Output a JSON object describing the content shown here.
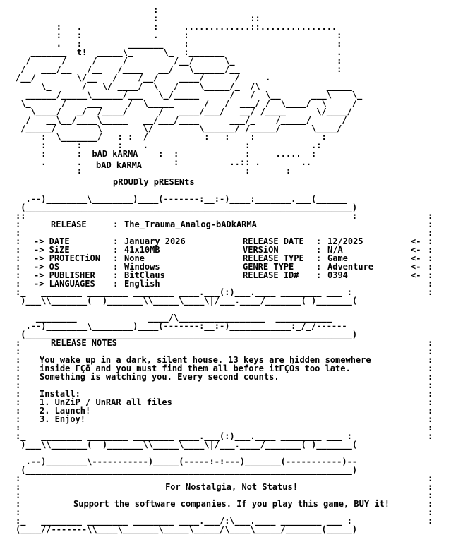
{
  "header": {
    "group_name": "bAD kARMA",
    "presents": "pROUDly pRESENts"
  },
  "release": {
    "release_label": "RELEASE",
    "release_value": "The_Trauma_Analog-bADkARMA",
    "left": [
      {
        "label": "-> DATE",
        "value": "January 2026"
      },
      {
        "label": "-> SiZE",
        "value": "41x10MB"
      },
      {
        "label": "-> PROTECTiON",
        "value": "None"
      },
      {
        "label": "-> OS",
        "value": "Windows"
      },
      {
        "label": "-> PUBLISHER",
        "value": "BitClaus"
      },
      {
        "label": "-> LANGUAGES",
        "value": "English"
      }
    ],
    "right": [
      {
        "label": "RELEASE DATE",
        "value": "12/2025"
      },
      {
        "label": "VERSiON",
        "value": "N/A"
      },
      {
        "label": "RELEASE TYPE",
        "value": "Game"
      },
      {
        "label": "GENRE TYPE",
        "value": "Adventure"
      },
      {
        "label": "RELEASE ID#",
        "value": "0394"
      }
    ]
  },
  "notes": {
    "title": "RELEASE NOTES",
    "lines": [
      "You wake up in a dark, silent house. 13 keys are hidden somewhere",
      "inside ΓÇö and you must find them all before itΓÇÖs too late.",
      "Something is watching you. Every second counts."
    ],
    "install_title": "Install:",
    "install_steps": [
      "1. UnZiP / UnRAR all files",
      "2. Launch!",
      "3. Enjoy!"
    ]
  },
  "footer": {
    "slogan": "For Nostalgia, Not Status!",
    "support": "Support the software companies. If you play this game, BUY it!"
  }
}
